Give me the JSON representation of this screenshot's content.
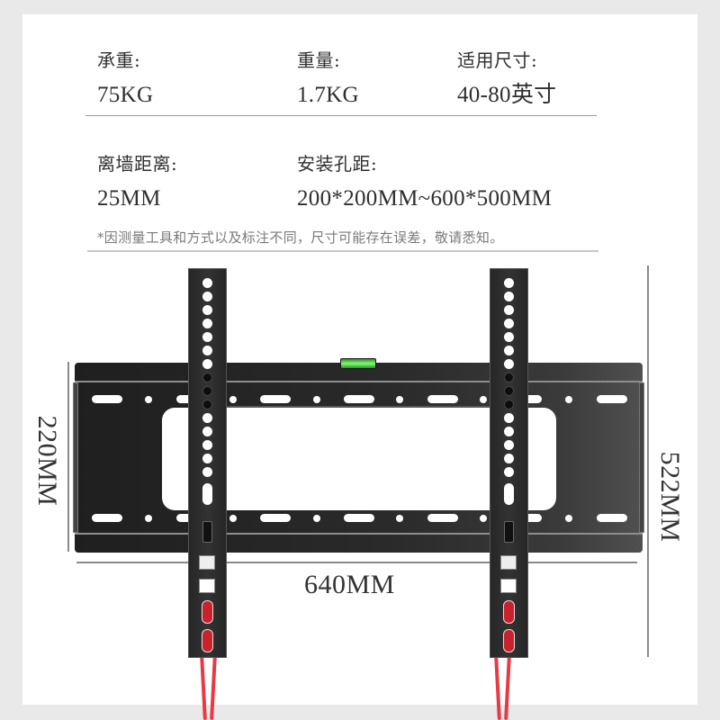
{
  "specs": {
    "row1": [
      {
        "label": "承重:",
        "value": "75KG"
      },
      {
        "label": "重量:",
        "value": "1.7KG"
      },
      {
        "label": "适用尺寸:",
        "value": "40-80英寸"
      }
    ],
    "row2": [
      {
        "label": "离墙距离:",
        "value": "25MM"
      },
      {
        "label": "安装孔距:",
        "value": "200*200MM~600*500MM"
      }
    ]
  },
  "note": "*因测量工具和方式以及标注不同，尺寸可能存在误差，敬请悉知。",
  "dimensions": {
    "height_plate": "220MM",
    "width_plate": "640MM",
    "height_total": "522MM"
  },
  "colors": {
    "background": "#e9e9e9",
    "card": "#ffffff",
    "text": "#2f2f2f",
    "note": "#7a7a7a",
    "bracket": "#262626",
    "strap": "#e63a44",
    "level": "#7cff6c"
  }
}
